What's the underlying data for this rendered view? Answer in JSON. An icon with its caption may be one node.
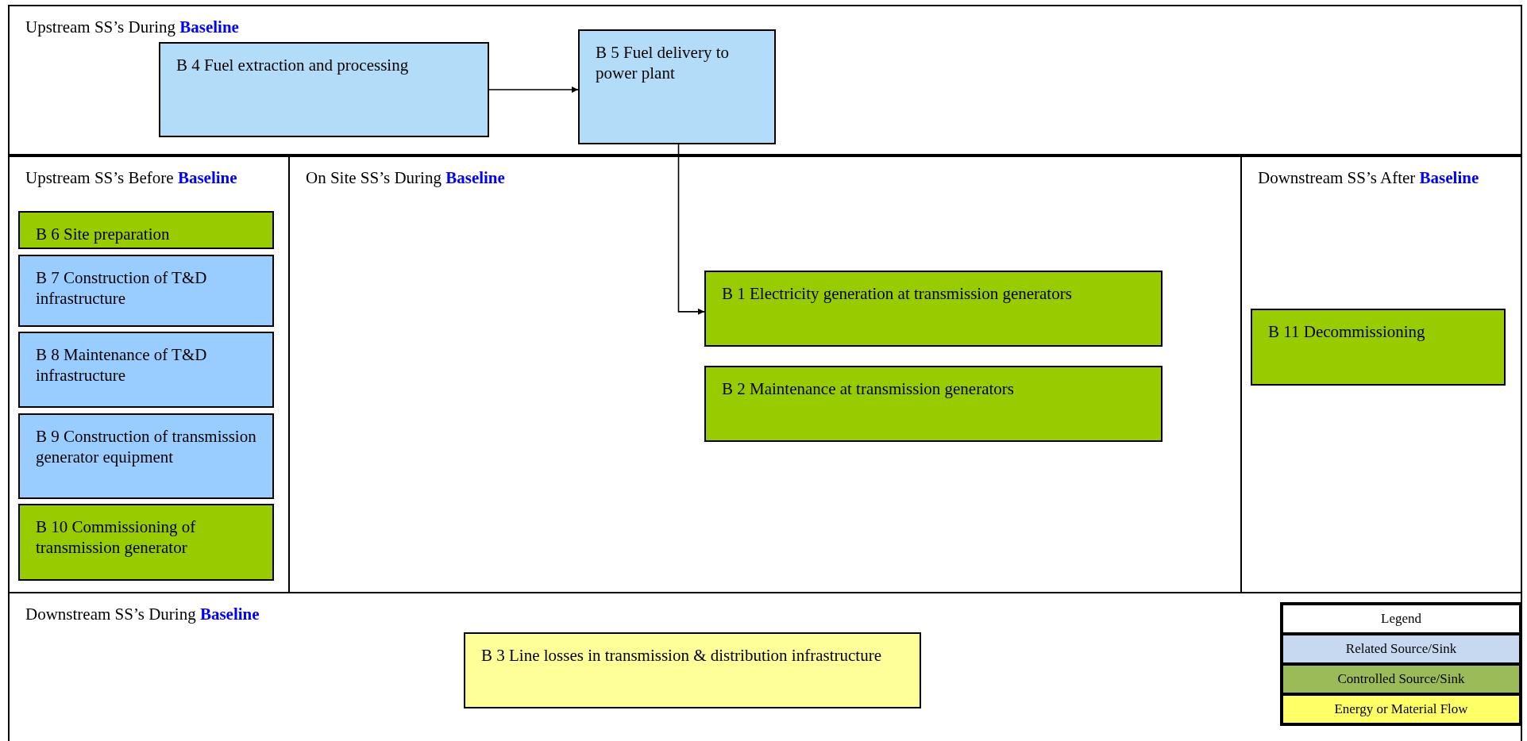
{
  "diagram": {
    "nodes": [
      {
        "text": [
          "Upstream SS’s During **Baseline**"
        ]
      },
      {
        "text": [
          "B 4 Fuel extraction and processing"
        ],
        "in": 0
      },
      {
        "text": [
          "B 5 Fuel delivery to power plant"
        ],
        "in": 0
      },
      {
        "text": [
          "Upstream SS’s Before **Baseline**"
        ]
      },
      {
        "text": [
          "B 6 Site preparation"
        ],
        "in": 3
      },
      {
        "text": [
          "B 7 Construction of T&D infrastructure"
        ],
        "in": 3
      },
      {
        "text": [
          "B 8 Maintenance of T&D infrastructure"
        ],
        "in": 3
      },
      {
        "text": [
          "B 9 Construction of transmission generator equipment"
        ],
        "in": 3
      },
      {
        "text": [
          "B 10 Commissioning of transmission generator"
        ],
        "in": 3
      },
      {
        "text": [
          "On Site SS’s During **Baseline**"
        ]
      },
      {
        "text": [
          "B 1 Electricity generation at transmission generators"
        ],
        "in": 9
      },
      {
        "text": [
          "B 2 Maintenance at transmission generators"
        ],
        "in": 9
      },
      {
        "text": [
          "Downstream SS’s After **Baseline**"
        ]
      },
      {
        "text": [
          "B 11 Decommissioning"
        ],
        "in": 12
      },
      {
        "text": [
          "Downstream SS’s During **Baseline**"
        ]
      },
      {
        "text": [
          "B 3 Line losses in transmission & distribution infrastructure"
        ],
        "in": 14
      }
    ],
    "edges": [
      {
        "from": 1,
        "to": 2,
        "arrow": "to"
      },
      {
        "from": 2,
        "to": 10,
        "arrow": "to"
      }
    ],
    "labels": [
      "Legend"
    ],
    "legend": [
      {
        "text": "Related Source/Sink",
        "color": "#c6d9f1"
      },
      {
        "text": "Controlled Source/Sink",
        "color": "#9bbb59"
      },
      {
        "text": "Energy or Material Flow",
        "color": "#ffff66"
      }
    ]
  }
}
